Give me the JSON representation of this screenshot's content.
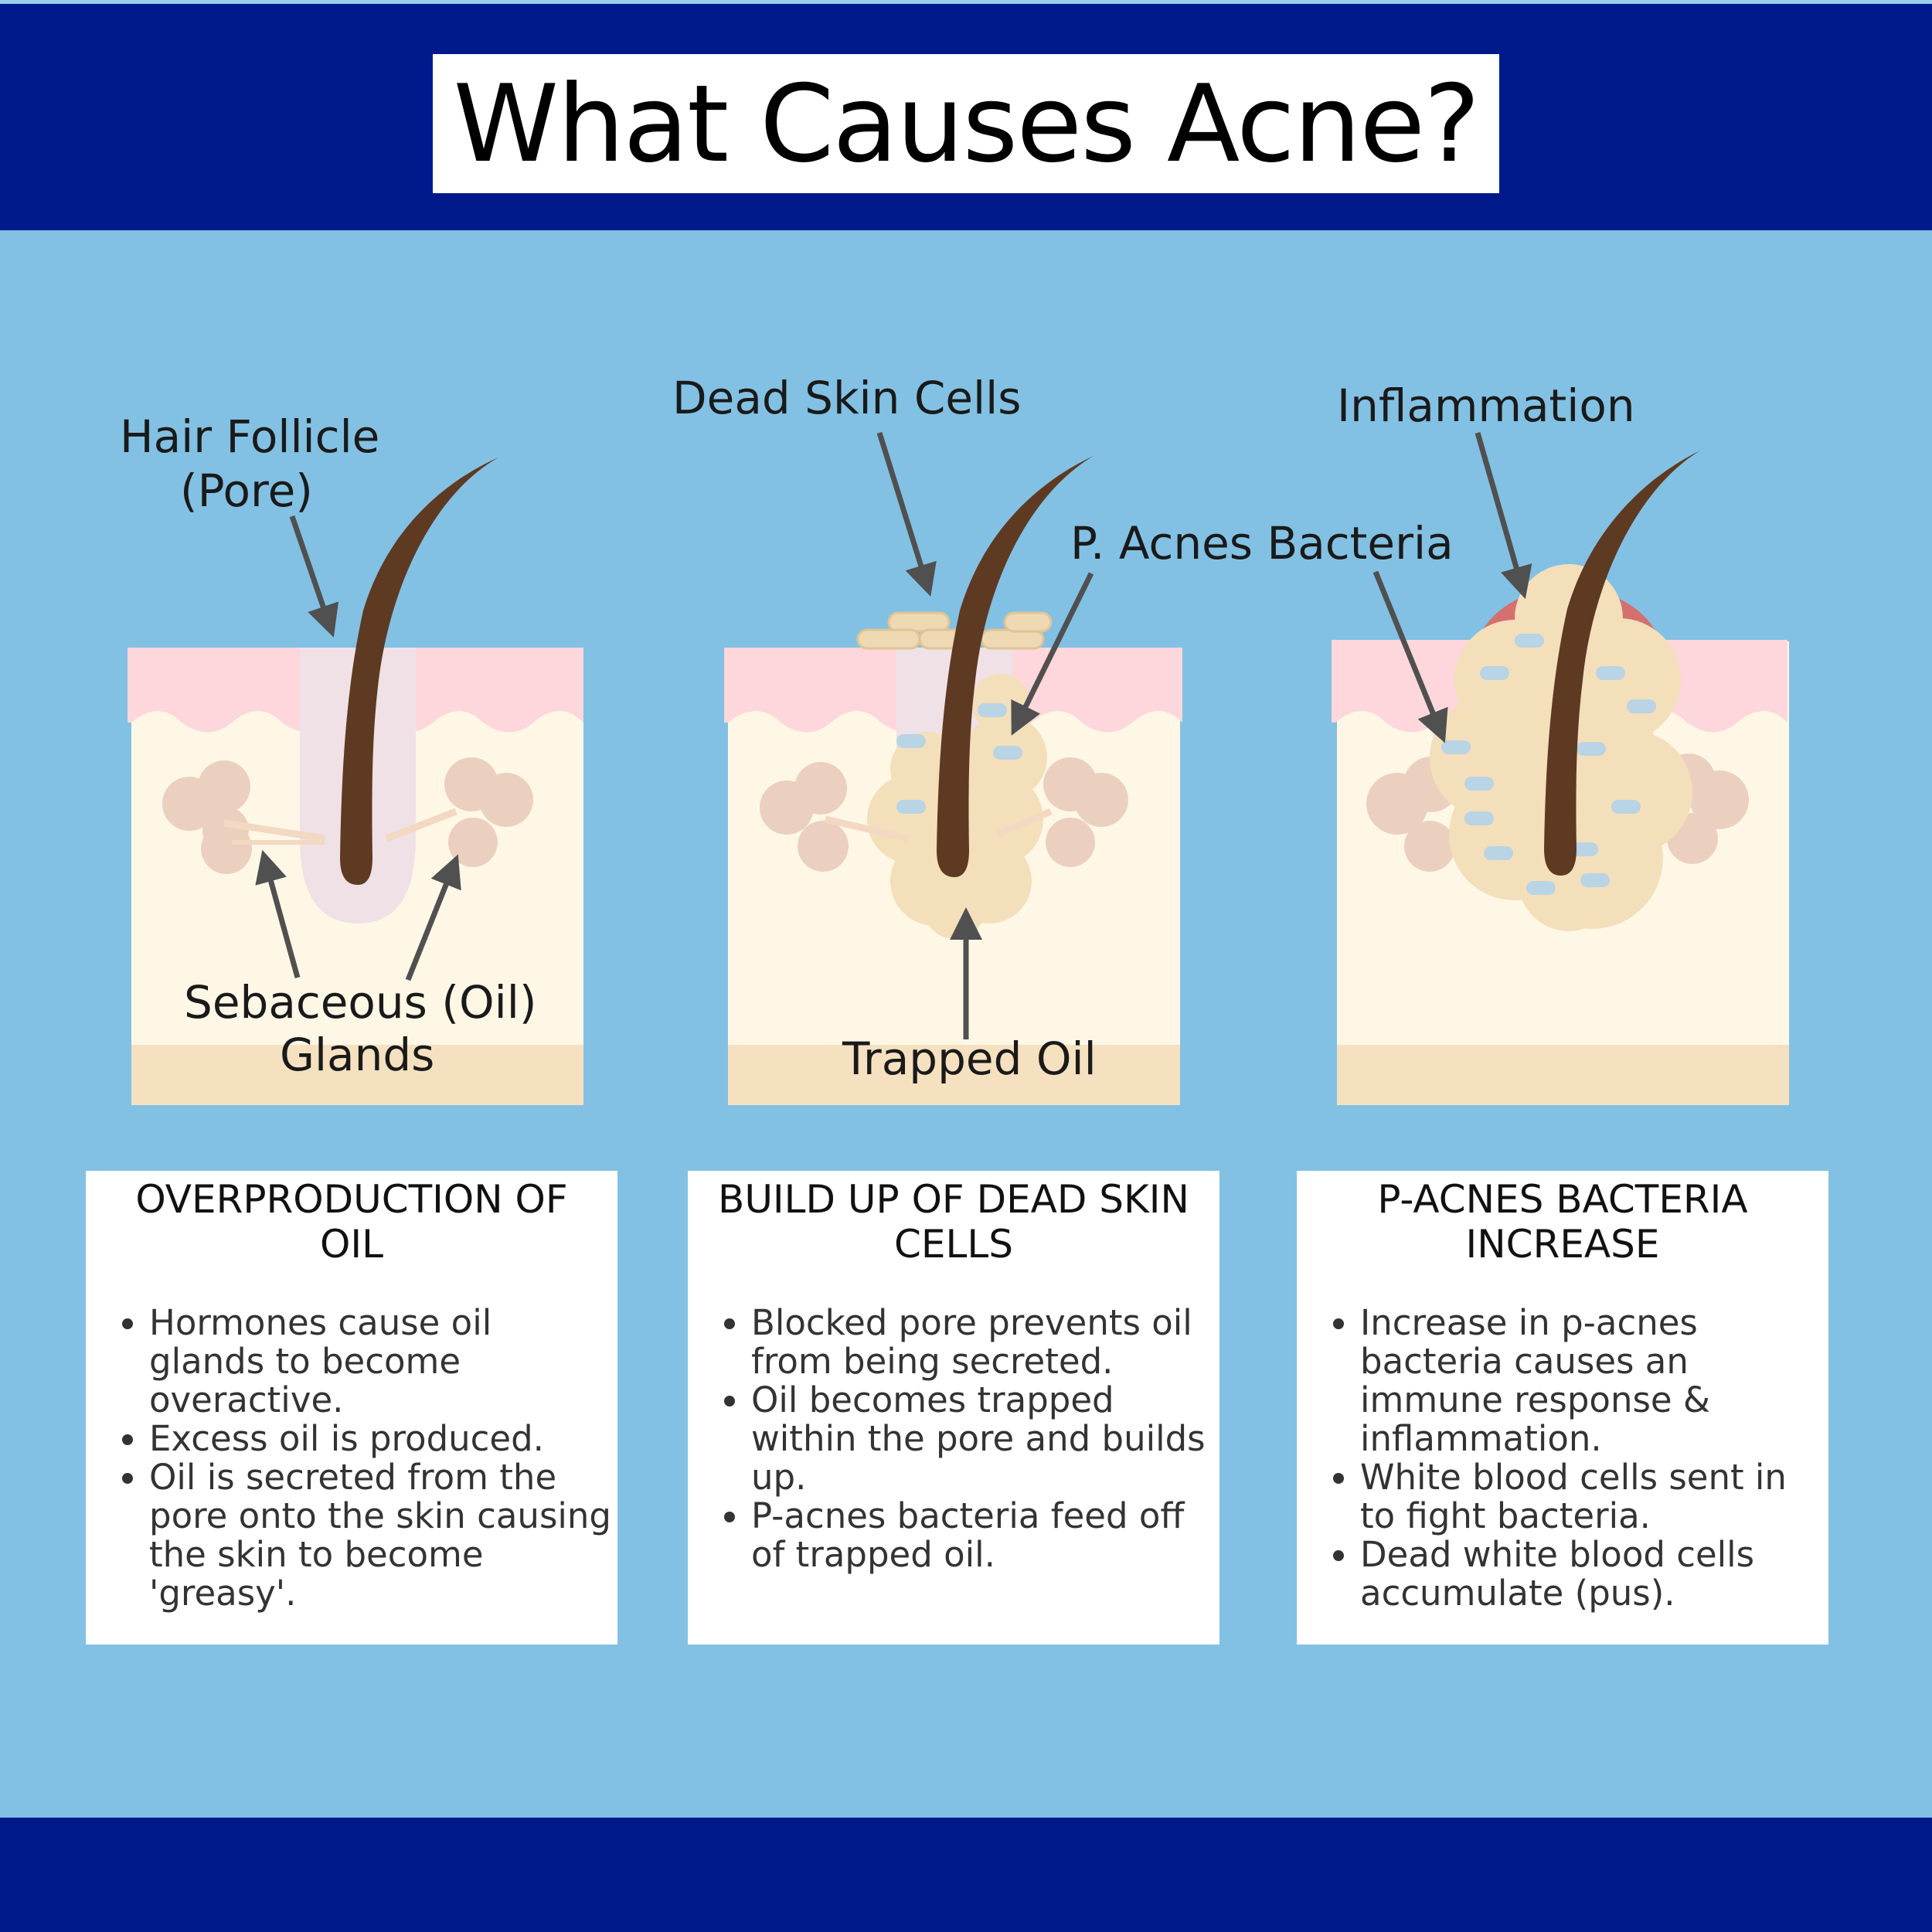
{
  "title": "What Causes Acne?",
  "labels": {
    "hair_follicle": "Hair Follicle",
    "pore": "(Pore)",
    "sebaceous": "Sebaceous (Oil)",
    "glands": "Glands",
    "dead_skin_cells": "Dead Skin Cells",
    "p_acnes_bacteria": "P. Acnes Bacteria",
    "trapped_oil": "Trapped Oil",
    "inflammation": "Inflammation"
  },
  "cards": [
    {
      "heading_line1": "OVERPRODUCTION OF",
      "heading_line2": "OIL",
      "bullets": [
        "Hormones cause oil glands to become overactive.",
        "Excess oil is produced.",
        "Oil is secreted from the pore onto the skin causing the skin to become 'greasy'."
      ]
    },
    {
      "heading_line1": "BUILD UP OF DEAD SKIN",
      "heading_line2": "CELLS",
      "bullets": [
        "Blocked pore prevents oil from being secreted.",
        "Oil becomes trapped within the pore and builds up.",
        "P-acnes bacteria feed off of trapped oil."
      ]
    },
    {
      "heading_line1": "P-ACNES BACTERIA",
      "heading_line2": "INCREASE",
      "bullets": [
        "Increase in p-acnes bacteria causes an immune response & inflammation.",
        "White blood cells sent in to fight bacteria.",
        "Dead white blood cells accumulate (pus)."
      ]
    }
  ],
  "colors": {
    "background": "#82c1e3",
    "band": "#001a8c",
    "skin_top": "#fdd7db",
    "dermis": "#fff7e6",
    "base_layer": "#f5e1c0",
    "gland": "#ebd0c0",
    "hair": "#5e3a22",
    "oil": "#f4dfbb",
    "bacteria": "#b9d4e4",
    "inflammation": "#d4706e",
    "arrow": "#505050"
  }
}
